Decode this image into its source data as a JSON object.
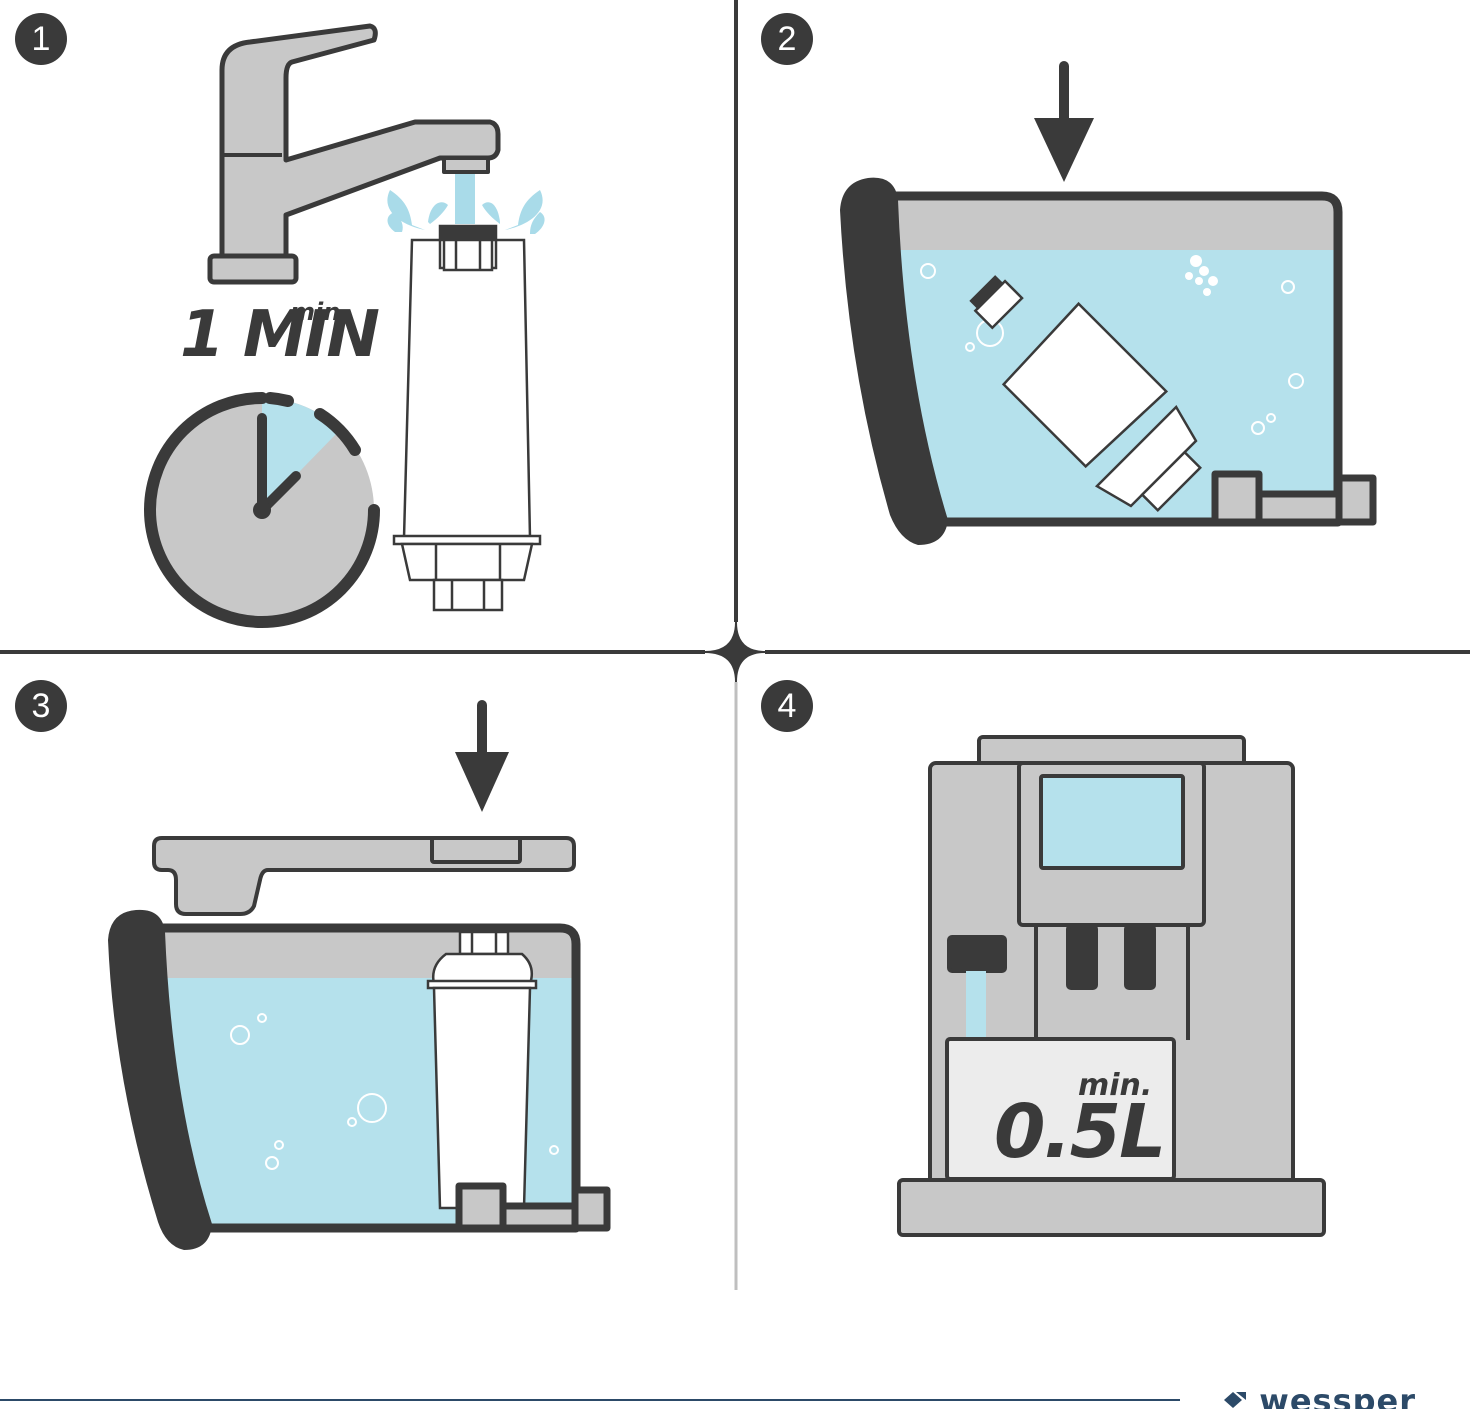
{
  "steps": [
    {
      "number": "1",
      "label_small": "min.",
      "label_big": "1 MIN"
    },
    {
      "number": "2"
    },
    {
      "number": "3"
    },
    {
      "number": "4",
      "label_small": "min.",
      "label_big": "0.5L"
    }
  ],
  "brand": {
    "name": "wessper"
  },
  "colors": {
    "outline": "#3a3a3a",
    "metal": "#c8c8c8",
    "water": "#b5e1ec",
    "splash": "#a9dbe9",
    "brand": "#2c4a68"
  }
}
